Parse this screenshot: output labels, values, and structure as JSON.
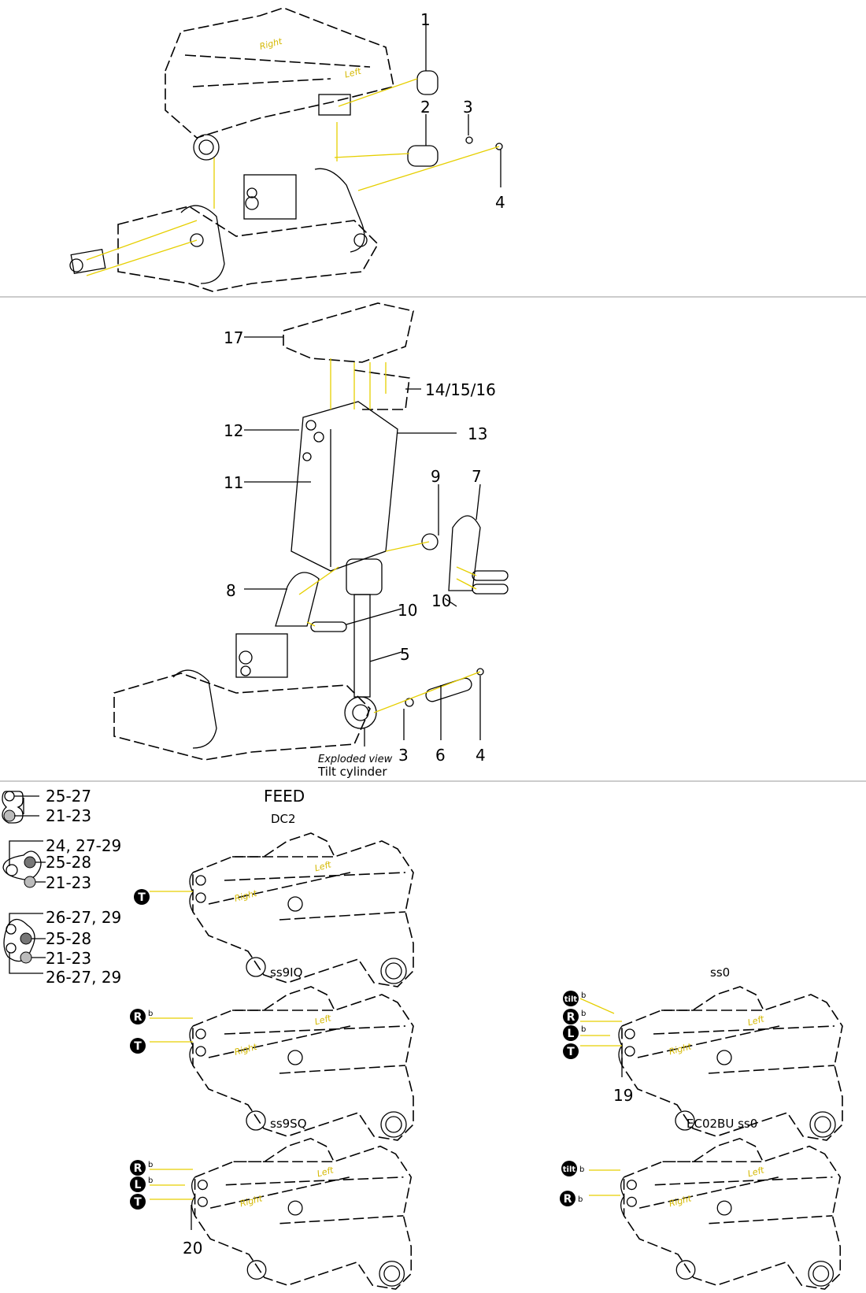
{
  "section_top": {
    "callouts": [
      "1",
      "2",
      "3",
      "4"
    ],
    "frame_labels": {
      "right": "Right",
      "left": "Left"
    }
  },
  "section_middle": {
    "callouts": {
      "c17": "17",
      "c14_15_16": "14/15/16",
      "c12": "12",
      "c13": "13",
      "c11": "11",
      "c9": "9",
      "c7": "7",
      "c10a": "10",
      "c8": "8",
      "c10b": "10",
      "c5": "5",
      "c3": "3",
      "c6": "6",
      "c4": "4"
    },
    "caption_italic": "Exploded view",
    "caption": "Tilt cylinder"
  },
  "section_bottom": {
    "title": "FEED",
    "legend": [
      {
        "top": "25-27",
        "bottom": "21-23"
      },
      {
        "a": "24, 27-29",
        "b": "25-28",
        "c": "21-23"
      },
      {
        "a": "26-27, 29",
        "b": "25-28",
        "c": "21-23",
        "d": "26-27, 29"
      }
    ],
    "variants": [
      {
        "name": "DC2",
        "ports": [
          "T"
        ]
      },
      {
        "name": "ss9IQ",
        "ports": [
          "R",
          "T"
        ]
      },
      {
        "name": "ss9SQ",
        "ports": [
          "R",
          "L",
          "T"
        ],
        "callout": "20"
      },
      {
        "name": "ss0",
        "ports": [
          "tilt",
          "R",
          "L",
          "T"
        ],
        "callout": "19"
      },
      {
        "name": "EC02BU ss0",
        "ports": [
          "tilt",
          "R"
        ]
      }
    ],
    "port_suffix": "b",
    "frame_labels": {
      "right": "Right",
      "left": "Left"
    }
  },
  "colors": {
    "accent_yellow": "#e6cf00",
    "line": "#000000",
    "divider": "#999999"
  }
}
